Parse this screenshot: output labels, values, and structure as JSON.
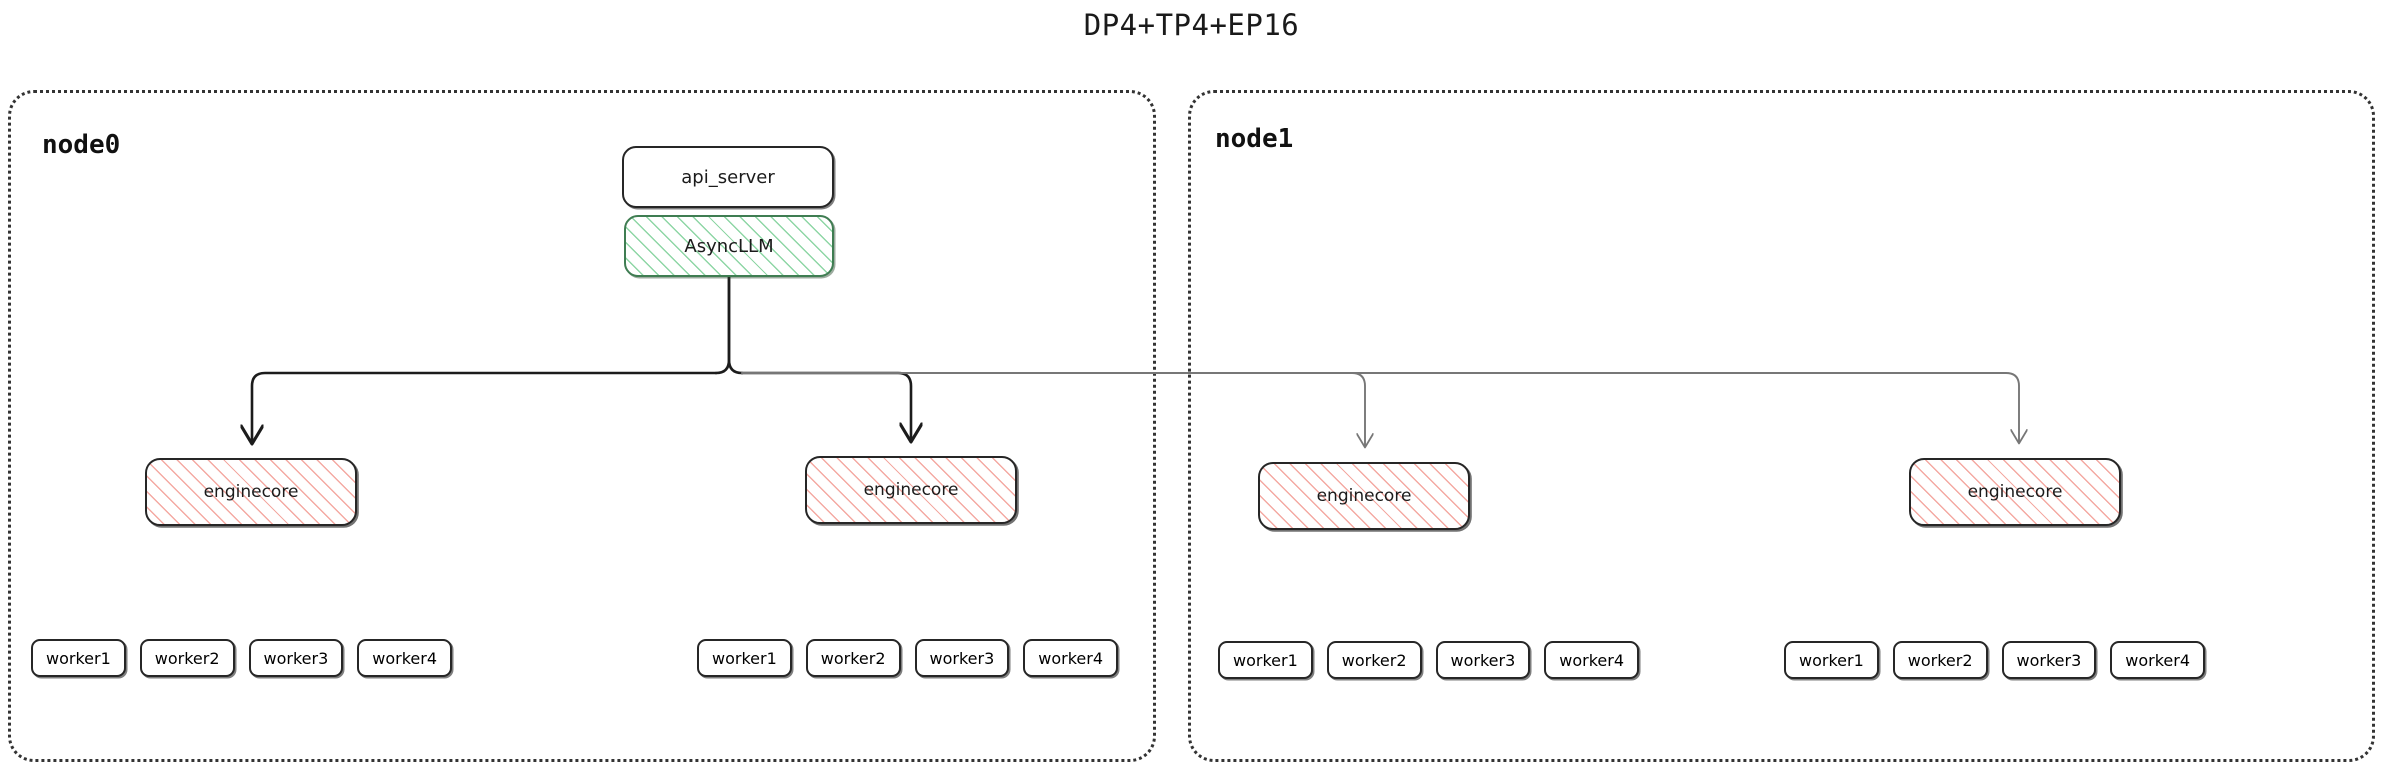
{
  "title": "DP4+TP4+EP16",
  "colors": {
    "border_dark": "#262626",
    "node_border": "#333333",
    "hatch_green": "#8ed6a5",
    "hatch_pink": "#f4a9a2",
    "arrow_primary": "#1c1c1c",
    "arrow_secondary": "#777777"
  },
  "nodes": [
    {
      "id": "node0",
      "label": "node0",
      "api_server": {
        "label": "api_server"
      },
      "async_llm": {
        "label": "AsyncLLM"
      },
      "enginecores": [
        {
          "label": "enginecore"
        },
        {
          "label": "enginecore"
        }
      ],
      "worker_groups": [
        {
          "workers": [
            "worker1",
            "worker2",
            "worker3",
            "worker4"
          ]
        },
        {
          "workers": [
            "worker1",
            "worker2",
            "worker3",
            "worker4"
          ]
        }
      ]
    },
    {
      "id": "node1",
      "label": "node1",
      "enginecores": [
        {
          "label": "enginecore"
        },
        {
          "label": "enginecore"
        }
      ],
      "worker_groups": [
        {
          "workers": [
            "worker1",
            "worker2",
            "worker3",
            "worker4"
          ]
        },
        {
          "workers": [
            "worker1",
            "worker2",
            "worker3",
            "worker4"
          ]
        }
      ]
    }
  ]
}
